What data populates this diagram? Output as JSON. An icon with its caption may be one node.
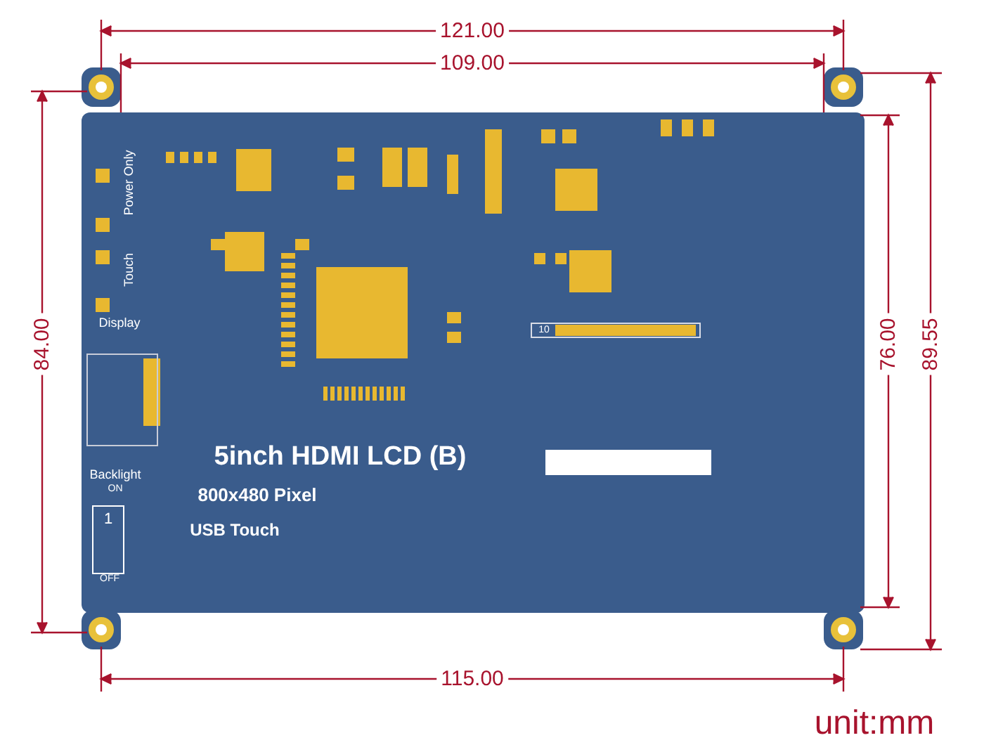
{
  "diagram": {
    "labels": [
      "121.00",
      "109.00",
      "84.00",
      "76.00",
      "89.55",
      "Power Only",
      "Touch",
      "Display",
      "10",
      "5inch HDMI LCD (B)",
      "800x480 Pixel",
      "Backlight",
      "ON",
      "1",
      "USB Touch",
      "OFF",
      "115.00",
      "unit:mm"
    ]
  }
}
